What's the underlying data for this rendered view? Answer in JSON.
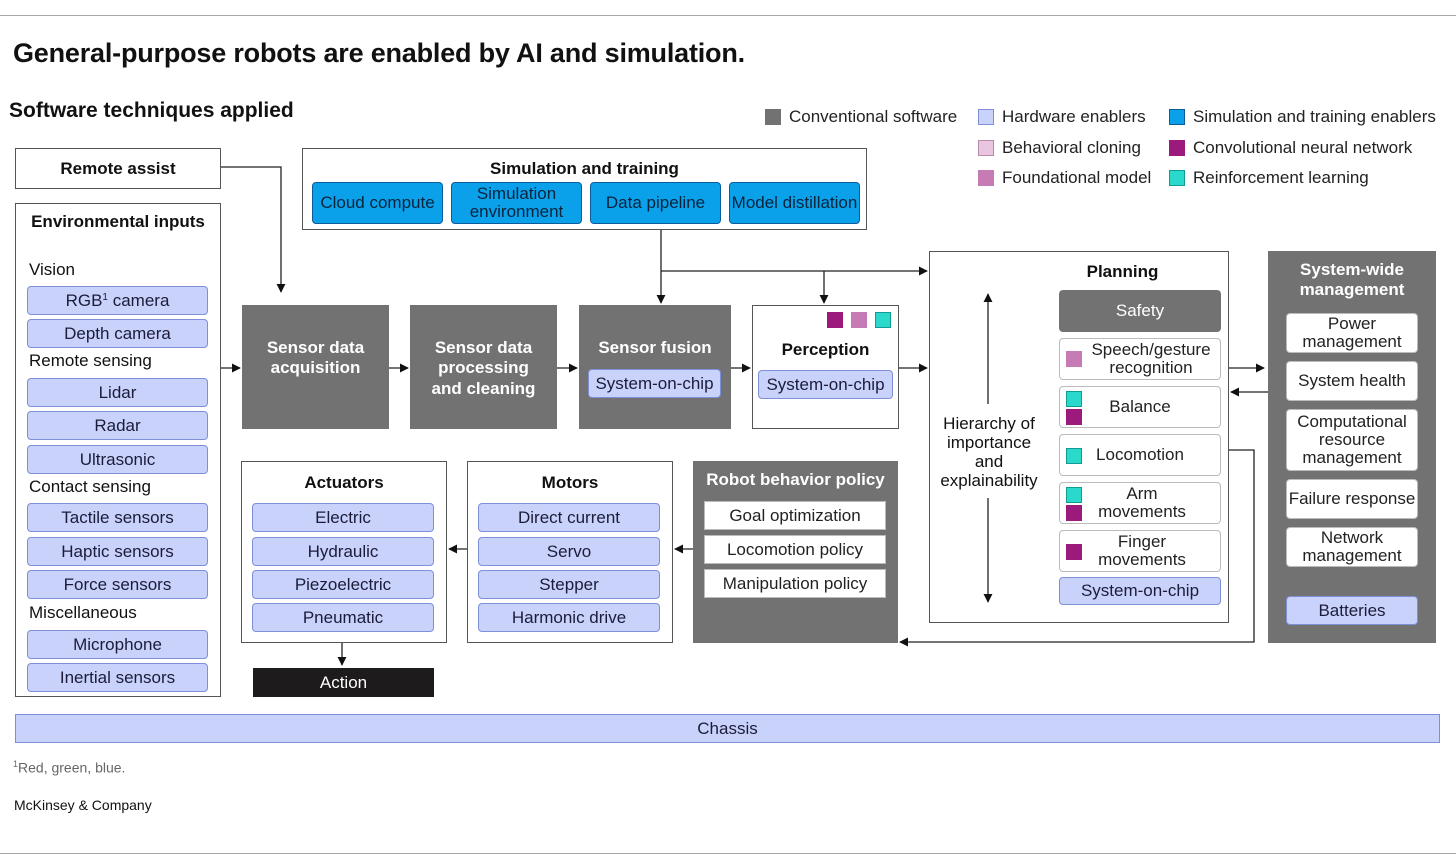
{
  "title": "General-purpose robots are enabled by AI and simulation.",
  "subtitle": "Software techniques applied",
  "colors": {
    "conventional": "#727272",
    "hardware": "#c8d2fb",
    "simulation": "#0aa1ea",
    "behavioral": "#e8c5e0",
    "cnn": "#9c1a7c",
    "foundational": "#c77bb5",
    "reinforcement": "#2ad8cc",
    "action": "#1d1b1c"
  },
  "legend": {
    "conventional": "Conventional software",
    "hardware": "Hardware enablers",
    "simulation": "Simulation and training enablers",
    "behavioral": "Behavioral cloning",
    "cnn": "Convolutional neural network",
    "foundational": "Foundational model",
    "reinforcement": "Reinforcement learning"
  },
  "remote_assist": "Remote assist",
  "env": {
    "title": "Environmental inputs",
    "vision": "Vision",
    "rgb": "RGB",
    "rgb_sup": "1",
    "rgb_suffix": " camera",
    "depth": "Depth camera",
    "remote": "Remote sensing",
    "lidar": "Lidar",
    "radar": "Radar",
    "ultrasonic": "Ultrasonic",
    "contact": "Contact sensing",
    "tactile": "Tactile sensors",
    "haptic": "Haptic sensors",
    "force": "Force sensors",
    "misc": "Miscellaneous",
    "microphone": "Microphone",
    "inertial": "Inertial sensors"
  },
  "sim": {
    "title": "Simulation and training",
    "cloud": "Cloud compute",
    "environment": "Simulation environment",
    "pipeline": "Data pipeline",
    "distillation": "Model distillation"
  },
  "acq": "Sensor data acquisition",
  "proc": "Sensor data processing and cleaning",
  "fusion": {
    "title": "Sensor fusion",
    "soc": "System-on-chip"
  },
  "perception": {
    "title": "Perception",
    "soc": "System-on-chip"
  },
  "planning": {
    "title": "Planning",
    "hierarchy": "Hierarchy of importance and explainability",
    "safety": "Safety",
    "speech": "Speech/gesture recognition",
    "balance": "Balance",
    "locomotion": "Locomotion",
    "arm": "Arm movements",
    "finger": "Finger movements",
    "soc": "System-on-chip"
  },
  "system": {
    "title": "System-wide management",
    "power": "Power management",
    "health": "System health",
    "compute": "Computational resource management",
    "failure": "Failure response",
    "network": "Network management",
    "batteries": "Batteries"
  },
  "policy": {
    "title": "Robot behavior policy",
    "goal": "Goal optimization",
    "locomotion": "Locomotion policy",
    "manipulation": "Manipulation policy"
  },
  "motors": {
    "title": "Motors",
    "dc": "Direct current",
    "servo": "Servo",
    "stepper": "Stepper",
    "harmonic": "Harmonic drive"
  },
  "actuators": {
    "title": "Actuators",
    "electric": "Electric",
    "hydraulic": "Hydraulic",
    "piezo": "Piezoelectric",
    "pneumatic": "Pneumatic"
  },
  "action": "Action",
  "chassis": "Chassis",
  "footnote_sup": "1",
  "footnote": "Red, green, blue.",
  "brand": "McKinsey & Company"
}
